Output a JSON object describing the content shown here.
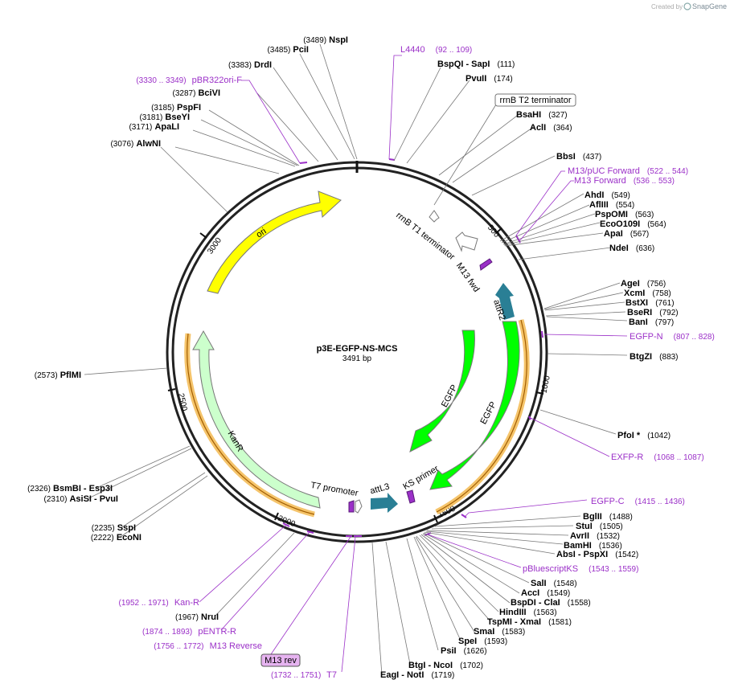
{
  "credit": {
    "text": "Created by",
    "brand": "SnapGene"
  },
  "plasmid": {
    "name": "p3E-EGFP-NS-MCS",
    "size": "3491 bp"
  },
  "ticks": [
    "500",
    "1000",
    "1500",
    "2000",
    "2500",
    "3000"
  ],
  "features": {
    "ori": "ori",
    "rrnB_T1": "rrnB T1 terminator",
    "M13_fwd": "M13 fwd",
    "attR2": "attR2",
    "EGFP_1": "EGFP",
    "EGFP_2": "EGFP",
    "KS_primer": "KS primer",
    "attL3": "attL3",
    "T7_promoter": "T7 promoter",
    "KanR": "KanR"
  },
  "enzymes": [
    {
      "name": "NspI",
      "pos": "(3489)"
    },
    {
      "name": "PciI",
      "pos": "(3485)"
    },
    {
      "name": "DrdI",
      "pos": "(3383)"
    },
    {
      "name": "BciVI",
      "pos": "(3287)"
    },
    {
      "name": "PspFI",
      "pos": "(3185)"
    },
    {
      "name": "BseYI",
      "pos": "(3181)"
    },
    {
      "name": "ApaLI",
      "pos": "(3171)"
    },
    {
      "name": "AlwNI",
      "pos": "(3076)"
    },
    {
      "name": "PflMI",
      "pos": "(2573)"
    },
    {
      "name": "BsmBI - Esp3I",
      "pos": "(2326)"
    },
    {
      "name": "AsiSI - PvuI",
      "pos": "(2310)"
    },
    {
      "name": "SspI",
      "pos": "(2235)"
    },
    {
      "name": "EcoNI",
      "pos": "(2222)"
    },
    {
      "name": "NruI",
      "pos": "(1967)"
    },
    {
      "name": "BspQI - SapI",
      "pos": "(111)"
    },
    {
      "name": "PvuII",
      "pos": "(174)"
    },
    {
      "name": "BsaHI",
      "pos": "(327)"
    },
    {
      "name": "AclI",
      "pos": "(364)"
    },
    {
      "name": "BbsI",
      "pos": "(437)"
    },
    {
      "name": "AhdI",
      "pos": "(549)"
    },
    {
      "name": "AflIII",
      "pos": "(554)"
    },
    {
      "name": "PspOMI",
      "pos": "(563)"
    },
    {
      "name": "EcoO109I",
      "pos": "(564)"
    },
    {
      "name": "ApaI",
      "pos": "(567)"
    },
    {
      "name": "NdeI",
      "pos": "(636)"
    },
    {
      "name": "AgeI",
      "pos": "(756)"
    },
    {
      "name": "XcmI",
      "pos": "(758)"
    },
    {
      "name": "BstXI",
      "pos": "(761)"
    },
    {
      "name": "BseRI",
      "pos": "(792)"
    },
    {
      "name": "BanI",
      "pos": "(797)"
    },
    {
      "name": "BtgZI",
      "pos": "(883)"
    },
    {
      "name": "PfoI *",
      "pos": "(1042)"
    },
    {
      "name": "BglII",
      "pos": "(1488)"
    },
    {
      "name": "StuI",
      "pos": "(1505)"
    },
    {
      "name": "AvrII",
      "pos": "(1532)"
    },
    {
      "name": "BamHI",
      "pos": "(1536)"
    },
    {
      "name": "AbsI - PspXI",
      "pos": "(1542)"
    },
    {
      "name": "SalI",
      "pos": "(1548)"
    },
    {
      "name": "AccI",
      "pos": "(1549)"
    },
    {
      "name": "BspDI - ClaI",
      "pos": "(1558)"
    },
    {
      "name": "HindIII",
      "pos": "(1563)"
    },
    {
      "name": "TspMI - XmaI",
      "pos": "(1581)"
    },
    {
      "name": "SmaI",
      "pos": "(1583)"
    },
    {
      "name": "SpeI",
      "pos": "(1593)"
    },
    {
      "name": "PsiI",
      "pos": "(1626)"
    },
    {
      "name": "BtgI - NcoI",
      "pos": "(1702)"
    },
    {
      "name": "EagI - NotI",
      "pos": "(1719)"
    }
  ],
  "primers": [
    {
      "name": "L4440",
      "pos": "(92 .. 109)"
    },
    {
      "name": "pBR322ori-F",
      "pos": "(3330 .. 3349)"
    },
    {
      "name": "M13/pUC Forward",
      "pos": "(522 .. 544)"
    },
    {
      "name": "M13 Forward",
      "pos": "(536 .. 553)"
    },
    {
      "name": "EGFP-N",
      "pos": "(807 .. 828)"
    },
    {
      "name": "EXFP-R",
      "pos": "(1068 .. 1087)"
    },
    {
      "name": "EGFP-C",
      "pos": "(1415 .. 1436)"
    },
    {
      "name": "pBluescriptKS",
      "pos": "(1543 .. 1559)"
    },
    {
      "name": "Kan-R",
      "pos": "(1952 .. 1971)"
    },
    {
      "name": "pENTR-R",
      "pos": "(1874 .. 1893)"
    },
    {
      "name": "M13 Reverse",
      "pos": "(1756 .. 1772)"
    },
    {
      "name": "T7",
      "pos": "(1732 .. 1751)"
    }
  ],
  "boxed": {
    "rrnB_T2": "rrnB T2 terminator",
    "M13_rev": "M13 rev"
  },
  "colors": {
    "ori": "#ffff00",
    "egfp": "#00ff00",
    "kanr": "#ccffcc",
    "teal": "#2a7f95",
    "primer": "#9b30c8",
    "highlight": "#f5c46b"
  }
}
